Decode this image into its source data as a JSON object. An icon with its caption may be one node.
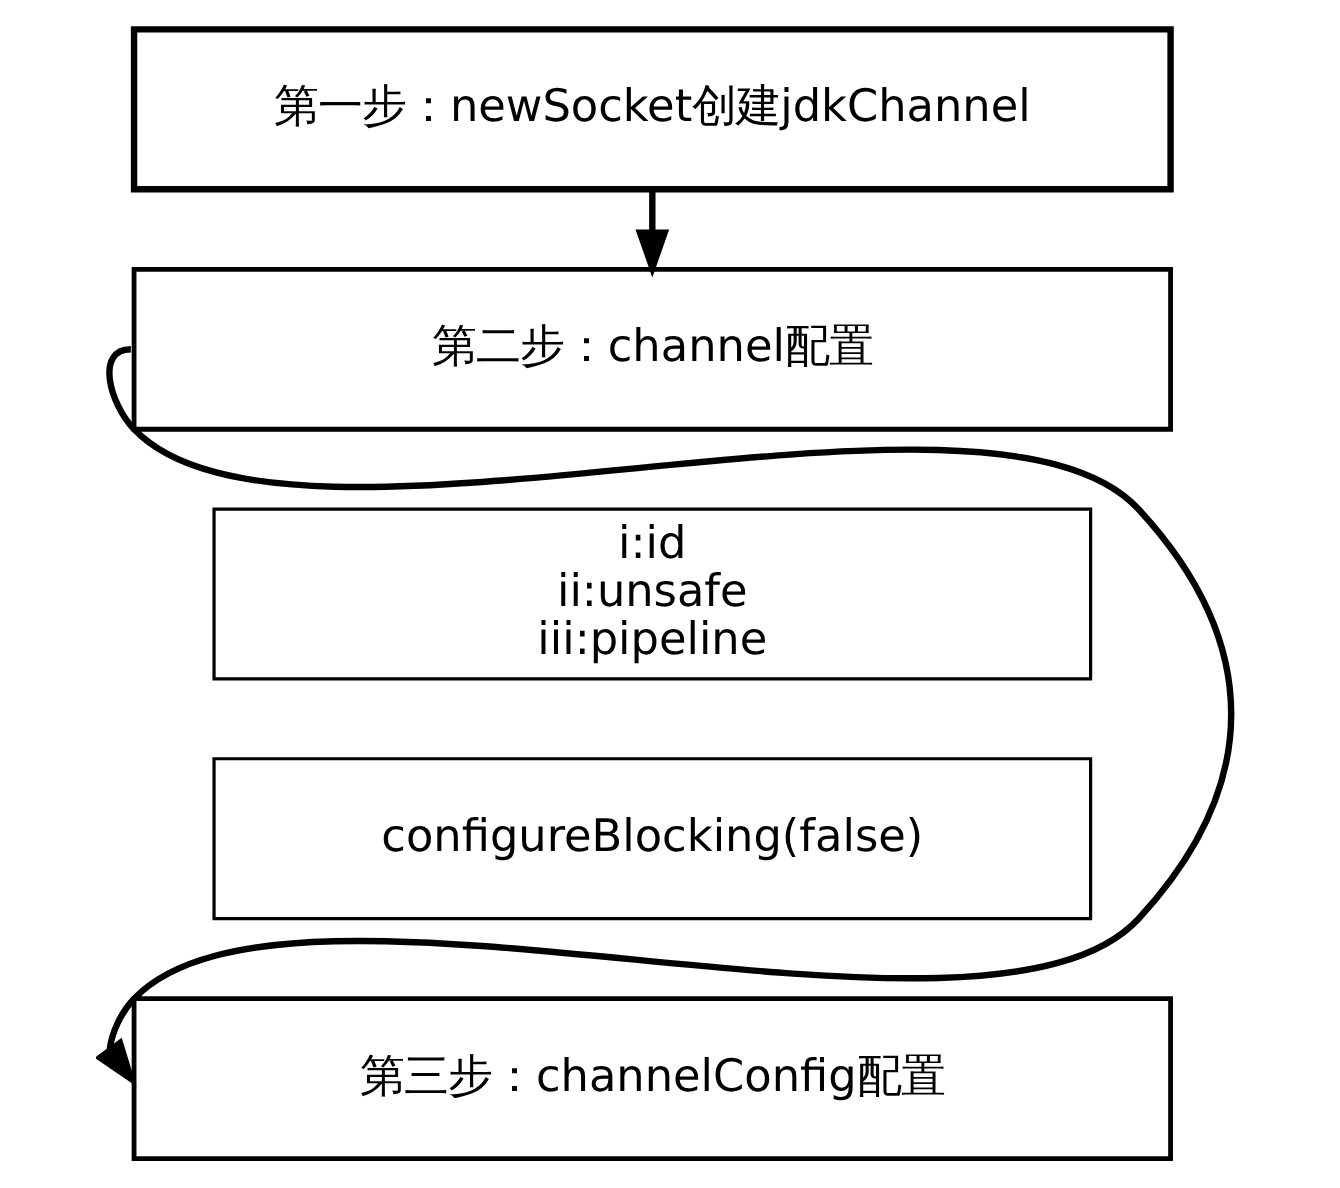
{
  "diagram": {
    "nodes": [
      {
        "text": [
          "第一步：newSocket创建jdkChannel"
        ]
      },
      {
        "text": [
          "第二步：channel配置"
        ]
      },
      {
        "text": [
          "i:id ii:unsafe iii:pipeline"
        ]
      },
      {
        "text": [
          "configureBlocking(false)"
        ]
      },
      {
        "text": [
          "第三步：channelConfig配置"
        ]
      }
    ],
    "edges": [
      {
        "from": 0,
        "to": 1,
        "arrow": "to"
      },
      {
        "from": 1,
        "to": 4,
        "arrow": "to"
      }
    ]
  }
}
